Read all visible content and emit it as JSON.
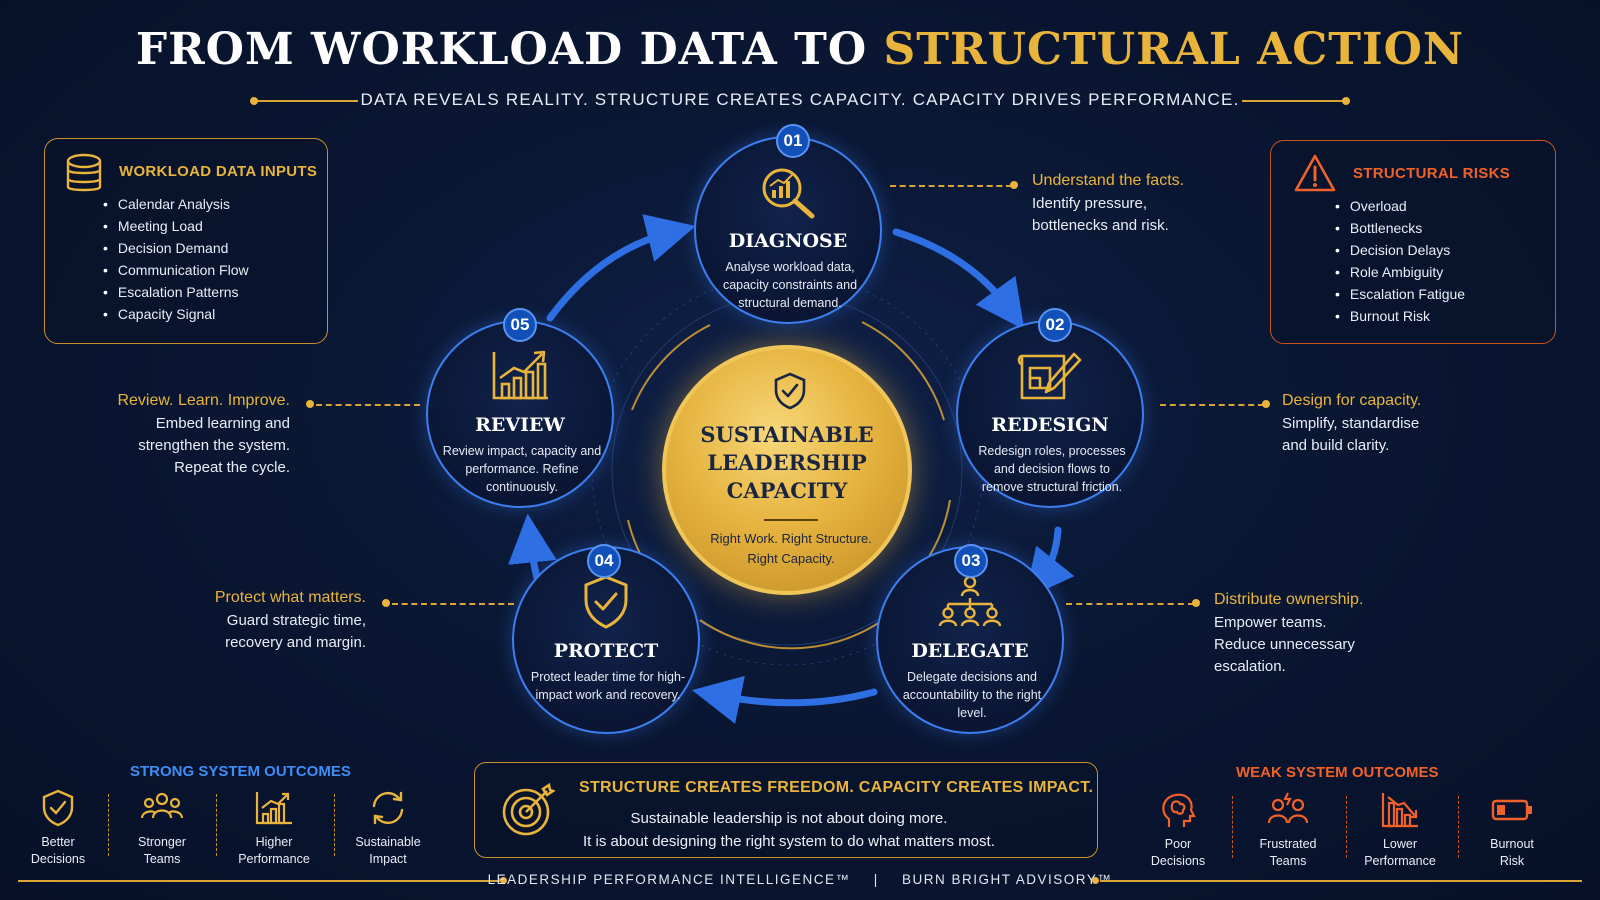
{
  "header": {
    "title_part1": "FROM WORKLOAD DATA TO ",
    "title_part2": "STRUCTURAL ACTION",
    "subtitle": "DATA REVEALS REALITY. STRUCTURE CREATES CAPACITY. CAPACITY DRIVES PERFORMANCE."
  },
  "inputs_panel": {
    "title": "WORKLOAD DATA INPUTS",
    "icon": "database-icon",
    "items": [
      "Calendar Analysis",
      "Meeting Load",
      "Decision Demand",
      "Communication Flow",
      "Escalation Patterns",
      "Capacity Signal"
    ]
  },
  "risks_panel": {
    "title": "STRUCTURAL RISKS",
    "icon": "warning-icon",
    "items": [
      "Overload",
      "Bottlenecks",
      "Decision Delays",
      "Role Ambiguity",
      "Escalation Fatigue",
      "Burnout Risk"
    ]
  },
  "center": {
    "icon": "shield-check-icon",
    "title_lines": [
      "SUSTAINABLE",
      "LEADERSHIP",
      "CAPACITY"
    ],
    "tagline_lines": [
      "Right Work. Right Structure.",
      "Right Capacity."
    ]
  },
  "steps": [
    {
      "number": "01",
      "name": "DIAGNOSE",
      "icon": "magnifier-chart-icon",
      "description": "Analyse workload data, capacity constraints and structural demand.",
      "note_head": "Understand the facts.",
      "note_body": [
        "Identify pressure,",
        "bottlenecks and risk."
      ]
    },
    {
      "number": "02",
      "name": "REDESIGN",
      "icon": "blueprint-pencil-icon",
      "description": "Redesign roles, processes and decision flows to remove structural friction.",
      "note_head": "Design for capacity.",
      "note_body": [
        "Simplify, standardise",
        "and build clarity."
      ]
    },
    {
      "number": "03",
      "name": "DELEGATE",
      "icon": "org-chart-icon",
      "description": "Delegate decisions and accountability to the right level.",
      "note_head": "Distribute ownership.",
      "note_body": [
        "Empower teams.",
        "Reduce unnecessary",
        "escalation."
      ]
    },
    {
      "number": "04",
      "name": "PROTECT",
      "icon": "shield-check-icon",
      "description": "Protect leader time for high-impact work and recovery.",
      "note_head": "Protect what matters.",
      "note_body": [
        "Guard strategic time,",
        "recovery and margin."
      ]
    },
    {
      "number": "05",
      "name": "REVIEW",
      "icon": "growth-chart-icon",
      "description": "Review impact, capacity and performance. Refine continuously.",
      "note_head": "Review. Learn. Improve.",
      "note_body": [
        "Embed learning and",
        "strengthen the system.",
        "Repeat the cycle."
      ]
    }
  ],
  "strong_outcomes": {
    "title": "STRONG SYSTEM OUTCOMES",
    "items": [
      {
        "label_lines": [
          "Better",
          "Decisions"
        ],
        "icon": "shield-check-icon"
      },
      {
        "label_lines": [
          "Stronger",
          "Teams"
        ],
        "icon": "team-icon"
      },
      {
        "label_lines": [
          "Higher",
          "Performance"
        ],
        "icon": "growth-chart-icon"
      },
      {
        "label_lines": [
          "Sustainable",
          "Impact"
        ],
        "icon": "cycle-icon"
      }
    ]
  },
  "weak_outcomes": {
    "title": "WEAK SYSTEM OUTCOMES",
    "items": [
      {
        "label_lines": [
          "Poor",
          "Decisions"
        ],
        "icon": "brain-head-icon"
      },
      {
        "label_lines": [
          "Frustrated",
          "Teams"
        ],
        "icon": "frustrated-team-icon"
      },
      {
        "label_lines": [
          "Lower",
          "Performance"
        ],
        "icon": "declining-chart-icon"
      },
      {
        "label_lines": [
          "Burnout",
          "Risk"
        ],
        "icon": "low-battery-icon"
      }
    ]
  },
  "bottom_message": {
    "icon": "target-icon",
    "headline": "STRUCTURE CREATES FREEDOM. CAPACITY CREATES IMPACT.",
    "body_lines": [
      "Sustainable leadership is not about doing more.",
      "It is about designing the right system to do what matters most."
    ]
  },
  "footer": {
    "left": "LEADERSHIP PERFORMANCE INTELLIGENCE™",
    "separator": "|",
    "right": "BURN BRIGHT ADVISORY™"
  },
  "colors": {
    "background": "#0a1733",
    "gold": "#e9b43b",
    "blue": "#3d7ff0",
    "risk_red": "#f0622a"
  }
}
